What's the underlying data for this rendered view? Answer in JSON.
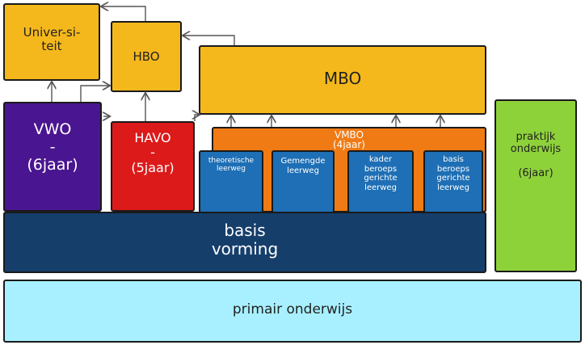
{
  "colors": {
    "yellow": "#f5b81c",
    "purple": "#4a1590",
    "red": "#dc1a1a",
    "orange": "#f07a14",
    "navy": "#163e6b",
    "blue": "#1e6fb5",
    "cyan": "#a8f0ff",
    "green": "#8ed23a"
  },
  "boxes": {
    "universiteit": "Univer-si-\nteit",
    "hbo": "HBO",
    "mbo": "MBO",
    "vwo": "VWO\n-\n(6jaar)",
    "havo": "HAVO\n-\n(5jaar)",
    "vmbo": "VMBO\n(4jaar)",
    "basisvorming": "basis\nvorming",
    "primair_onderwijs": "primair onderwijs",
    "praktijkonderwijs": "praktijk\nonderwijs\n\n(6jaar)"
  },
  "vmbo_leerwegen": [
    "theoretische\nleerweg",
    "Gemengde\nleerweg",
    "kader\nberoeps\ngerichte\nleerweg",
    "basis\nberoeps\ngerichte\nleerweg"
  ]
}
